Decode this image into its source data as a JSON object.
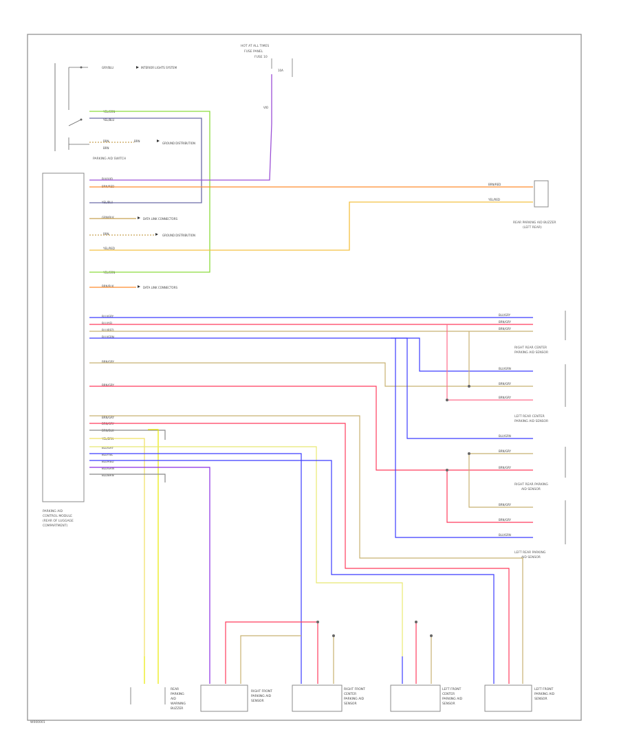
{
  "diagram_id": "W000001",
  "colors": {
    "yellow": "#e8e800",
    "green": "#8bdc3c",
    "purple": "#9b4fd6",
    "orange": "#ff8a2a",
    "blue": "#3b3bff",
    "red": "#ff3b5c",
    "tan": "#c8b070",
    "violet": "#8a2be2",
    "gray": "#555555",
    "frame": "#888888"
  },
  "top_feed": {
    "lines": [
      "HOT AT ALL TIMES",
      "FUSE PANEL",
      "FUSE 10"
    ],
    "wire_labels": [
      "10A",
      "VIO"
    ]
  },
  "switch": {
    "label": "PARKING AID SWITCH",
    "wires": [
      {
        "code": "GRY/BLU",
        "target": "INTERIOR LIGHTS SYSTEM"
      },
      {
        "code": "YEL/GRN"
      },
      {
        "code": "YEL/BLU"
      },
      {
        "code": "BRN",
        "target": "GROUND DISTRIBUTION"
      },
      {
        "code": "BRN"
      }
    ]
  },
  "module": {
    "label": [
      "PARKING AID",
      "CONTROL MODULE",
      "(REAR OF LUGGAGE",
      "COMPARTMENT)"
    ],
    "pins_top": [
      "BLK/VIO",
      "BRN/RED",
      "YEL/BLU",
      "GRN/BLK",
      "BRN",
      "YEL/RED",
      "YEL/GRN",
      "BRN/BLK"
    ],
    "pins_mid": [
      "BLU/GRY",
      "BLU/YEL",
      "BLU/RED",
      "BLU/GRN",
      "BRN/GRY",
      "BRN/GRY"
    ],
    "pins_low": [
      "BRN/GRY",
      "BRN/GRY",
      "BRN/BLK",
      "YEL/BRN",
      "BLU/GRY",
      "BLU/YEL",
      "BLU/RED",
      "BLU/GRN",
      "BLU/BRN"
    ]
  },
  "targets": {
    "data_link": "DATA LINK CONNECTORS",
    "ground": "GROUND DISTRIBUTION",
    "buzzer_1": "REAR PARKING AID BUZZER",
    "buzzer_2": "(LEFT REAR)"
  },
  "right_labels": {
    "right_center": [
      "RIGHT REAR CENTER",
      "PARKING AID SENSOR"
    ],
    "left_center": [
      "LEFT REAR CENTER",
      "PARKING AID SENSOR"
    ],
    "right_rear": [
      "RIGHT REAR PARKING",
      "AID SENSOR"
    ],
    "left_rear": [
      "LEFT REAR PARKING",
      "AID SENSOR"
    ]
  },
  "bottom_components": [
    [
      "REAR",
      "PARKING",
      "AID",
      "WARNING",
      "BUZZER"
    ],
    [
      "RIGHT FRONT",
      "PARKING AID",
      "SENSOR"
    ],
    [
      "RIGHT FRONT",
      "CENTER",
      "PARKING AID",
      "SENSOR"
    ],
    [
      "LEFT FRONT",
      "CENTER",
      "PARKING AID",
      "SENSOR"
    ],
    [
      "LEFT FRONT",
      "PARKING AID",
      "SENSOR"
    ]
  ]
}
